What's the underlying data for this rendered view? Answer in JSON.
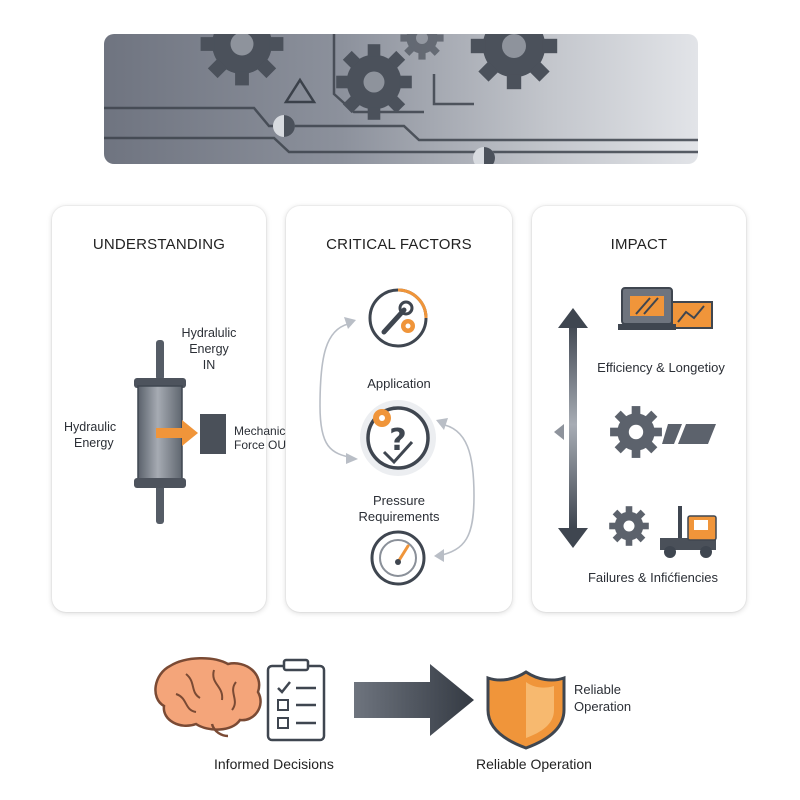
{
  "panels": {
    "understanding": {
      "title": "UNDERSTANDING",
      "label_in_top": "Hydralulic",
      "label_in_mid": "Energy",
      "label_in_bot": "IN",
      "label_left_1": "Hydraulic",
      "label_left_2": "Energy",
      "label_out_1": "Mechanical",
      "label_out_2": "Force OUT"
    },
    "critical_factors": {
      "title": "CRITICAL FACTORS",
      "application": "Application",
      "pressure_1": "Pressure",
      "pressure_2": "Requirements"
    },
    "impact": {
      "title": "IMPACT",
      "efficiency": "Efficiency & Longetioy",
      "failures": "Failures & Infićfiencies"
    }
  },
  "bottom": {
    "informed": "Informed Decisions",
    "reliable_bottom": "Reliable Operation",
    "reliable_1": "Reliable",
    "reliable_2": "Operation"
  },
  "colors": {
    "accent_orange": "#f0953a",
    "steel": "#6e747e",
    "dark_steel": "#3f4650"
  }
}
